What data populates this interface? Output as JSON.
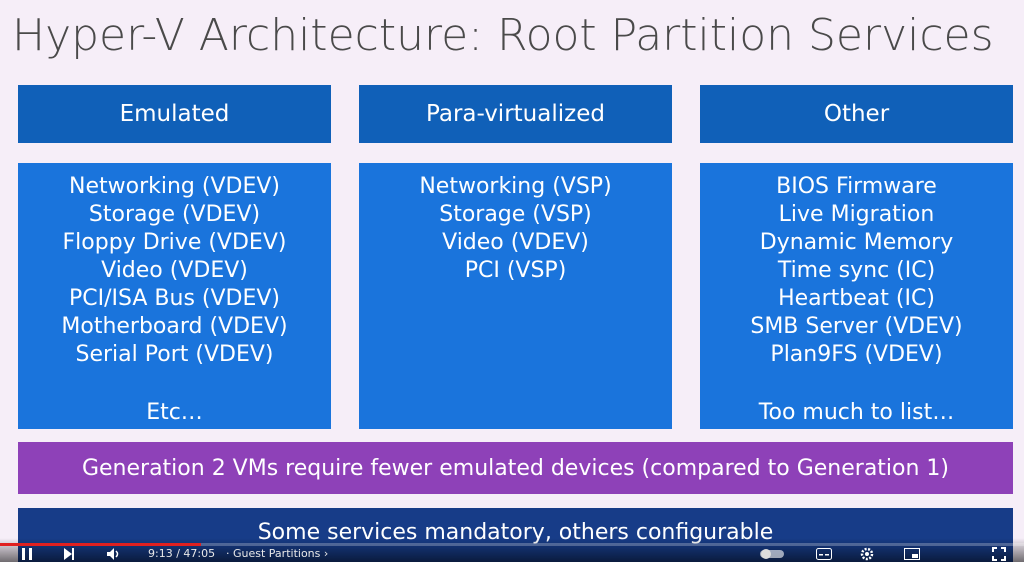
{
  "slide": {
    "title": "Hyper-V Architecture: Root Partition Services",
    "columns": [
      {
        "header": "Emulated",
        "items": [
          "Networking (VDEV)",
          "Storage (VDEV)",
          "Floppy Drive (VDEV)",
          "Video (VDEV)",
          "PCI/ISA Bus (VDEV)",
          "Motherboard (VDEV)",
          "Serial Port (VDEV)"
        ],
        "footer": "Etc…"
      },
      {
        "header": "Para-virtualized",
        "items": [
          "Networking (VSP)",
          "Storage (VSP)",
          "Video (VDEV)",
          "PCI (VSP)"
        ],
        "footer": ""
      },
      {
        "header": "Other",
        "items": [
          "BIOS Firmware",
          "Live Migration",
          "Dynamic Memory",
          "Time sync (IC)",
          "Heartbeat (IC)",
          "SMB Server (VDEV)",
          "Plan9FS (VDEV)"
        ],
        "footer": "Too much to list…"
      }
    ],
    "generation_note": "Generation 2 VMs require fewer emulated devices (compared to Generation 1)",
    "services_note": "Some services mandatory, others configurable"
  },
  "player": {
    "time": "9:13 / 47:05",
    "chapter": "· Guest Partitions ›",
    "progress_fraction": 0.196,
    "colors": {
      "progress": "#e02020"
    },
    "icons": [
      "pause-icon",
      "next-icon",
      "volume-icon",
      "autoplay-toggle-icon",
      "subtitles-icon",
      "settings-icon",
      "miniplayer-icon",
      "fullscreen-icon"
    ]
  }
}
